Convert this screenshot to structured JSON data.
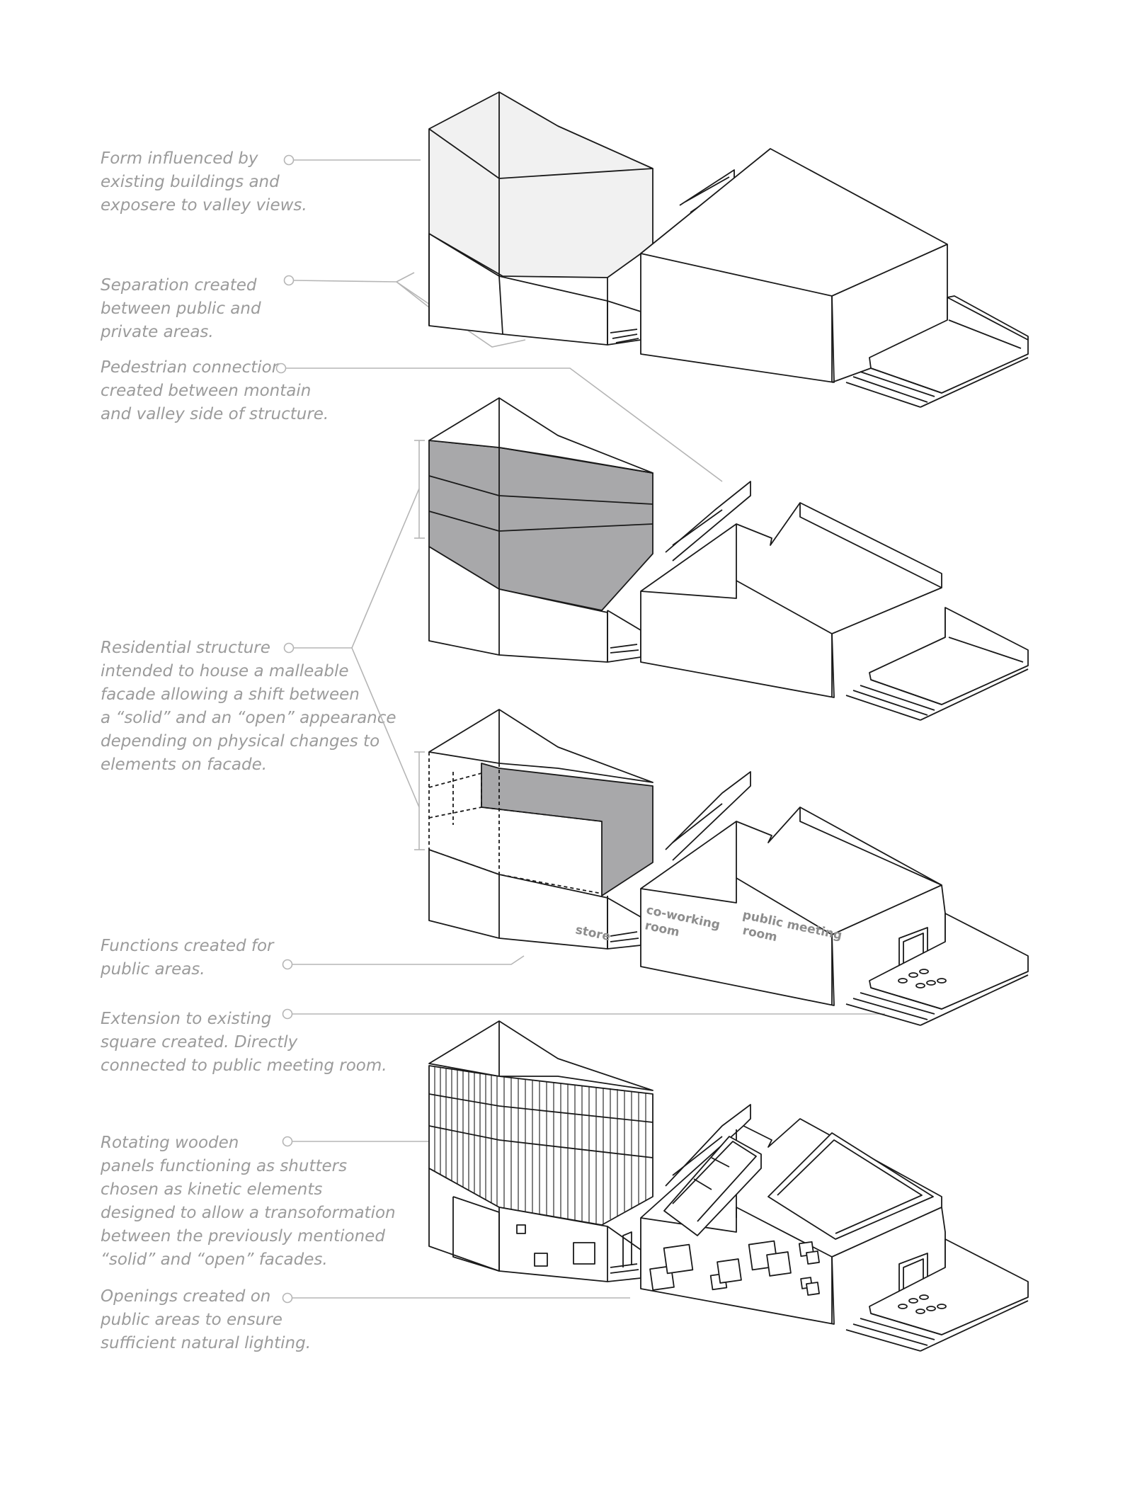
{
  "annotations": [
    {
      "id": "form",
      "lines": [
        "Form influenced by",
        "existing buildings and",
        "exposere to valley views."
      ]
    },
    {
      "id": "separation",
      "lines": [
        "Separation created",
        "between public and",
        "private areas."
      ]
    },
    {
      "id": "pedestrian",
      "lines": [
        "Pedestrian connection",
        "created between montain",
        "and valley side of structure."
      ]
    },
    {
      "id": "residential",
      "lines": [
        "Residential structure",
        "intended to house a malleable",
        "facade allowing a shift between",
        "a “solid” and an “open” appearance",
        "depending on physical changes to",
        "elements on facade."
      ]
    },
    {
      "id": "functions",
      "lines": [
        "Functions created for",
        "public areas."
      ]
    },
    {
      "id": "extension",
      "lines": [
        "Extension to existing",
        "square created. Directly",
        "connected to public meeting room."
      ]
    },
    {
      "id": "panels",
      "lines": [
        "Rotating wooden",
        "panels functioning as shutters",
        "chosen as kinetic elements",
        "designed to allow a transoformation",
        "between the previously mentioned",
        "“solid” and “open” facades."
      ]
    },
    {
      "id": "openings",
      "lines": [
        "Openings created on",
        "public areas to ensure",
        "sufficient natural lighting."
      ]
    }
  ],
  "function_labels": {
    "store": "store",
    "coworking": [
      "co-working",
      "room"
    ],
    "meeting": [
      "public meeting",
      "room"
    ]
  },
  "colors": {
    "annotation_text": "#9b9b9b",
    "leader_line": "#b5b5b5",
    "outline": "#1a1a1a",
    "light_facade": "#f1f1f1",
    "grey_facade": "#a8a8aa",
    "label_text": "#8d8d8d"
  }
}
